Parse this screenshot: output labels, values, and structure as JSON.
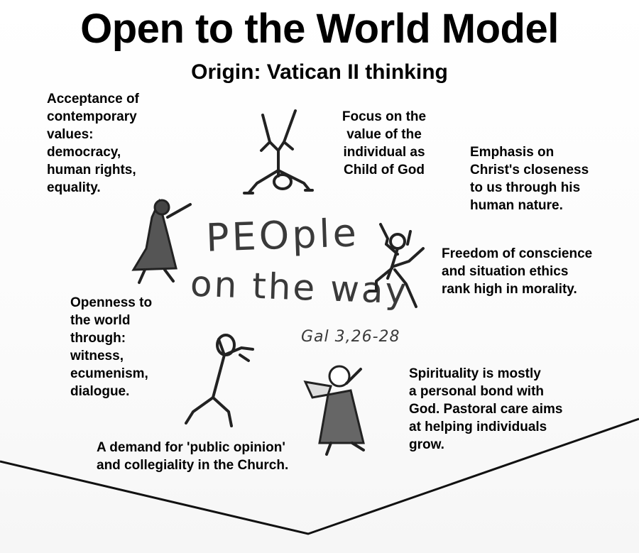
{
  "title": "Open to the World Model",
  "subtitle": "Origin: Vatican II thinking",
  "notes": {
    "acceptance": "Acceptance of\ncontemporary\nvalues:\ndemocracy,\nhuman rights,\nequality.",
    "focus": "Focus on the\nvalue of the\nindividual as\nChild of God",
    "christ": "Emphasis on\nChrist's closeness\nto us through his\nhuman nature.",
    "freedom": "Freedom of conscience\nand situation ethics\nrank high in morality.",
    "openness": "Openness to\nthe world\nthrough:\nwitness,\necumenism,\ndialogue.",
    "spirituality": "Spirituality is mostly\na personal bond with\nGod. Pastoral care aims\nat helping individuals\ngrow.",
    "demand": "A demand for 'public opinion'\nand collegiality in the Church."
  },
  "center": {
    "line1": "PEOple",
    "line2": "on the way",
    "reference": "Gal 3,26-28"
  }
}
